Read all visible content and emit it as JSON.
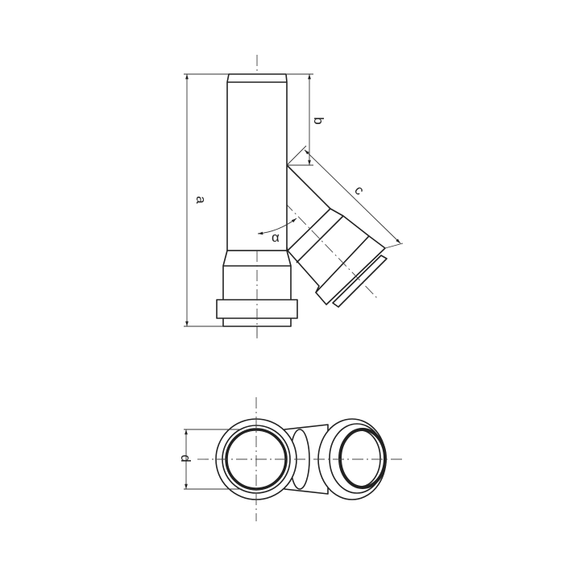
{
  "labels": {
    "a": "a",
    "b": "b",
    "c": "c",
    "alpha": "α",
    "d": "d"
  },
  "colors": {
    "line": "#222222",
    "background": "#ffffff"
  }
}
